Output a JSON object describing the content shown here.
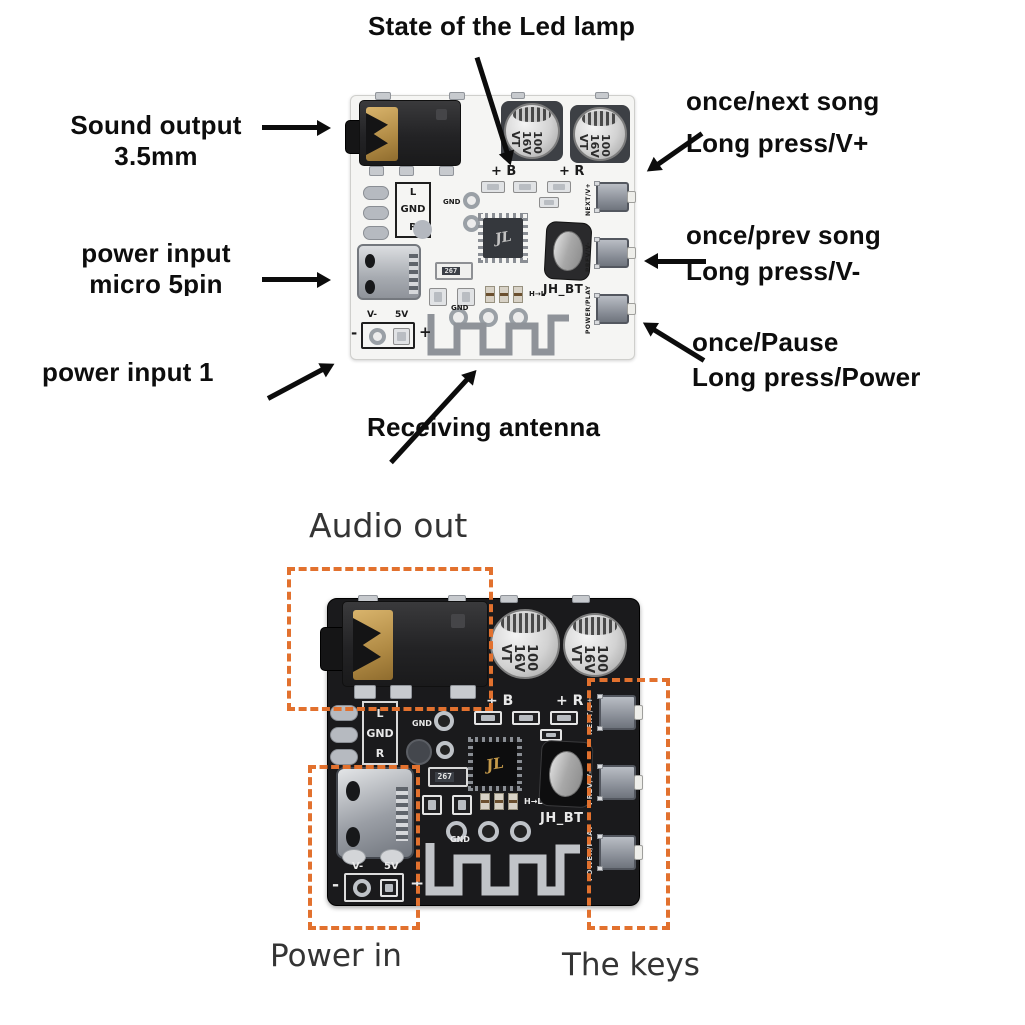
{
  "page": {
    "background_color": "#ffffff",
    "annotation_text_color": "#0d0d0d",
    "photo_label_text_color": "#343434",
    "arrow_color": "#0c0c0c",
    "highlight_color": "#e2712e"
  },
  "top_diagram": {
    "title": "State of the Led lamp",
    "labels": {
      "sound_output_line1": "Sound output",
      "sound_output_line2": "3.5mm",
      "power_micro_line1": "power input",
      "power_micro_line2": "micro 5pin",
      "power_input_1": "power input 1",
      "next_line1": "once/next song",
      "next_line2": "Long press/V+",
      "prev_line1": "once/prev song",
      "prev_line2": "Long press/V-",
      "pause_line1": "once/Pause",
      "pause_line2": "Long press/Power",
      "antenna": "Receiving antenna"
    }
  },
  "bottom_diagram": {
    "labels": {
      "audio_out": "Audio out",
      "power_in": "Power in",
      "the_keys": "The keys"
    }
  },
  "board": {
    "cap": [
      "100",
      "16V",
      "VT"
    ],
    "silk_plus_b": "+ B",
    "silk_plus_r": "+ R",
    "silk_l": "L",
    "silk_gnd": "GND",
    "silk_r": "R",
    "silk_gnd_small": "GND",
    "chip_logo": "JL",
    "silk_jhbt": "JH_BT",
    "silk_vminus": "V-",
    "silk_5v": "5V",
    "silk_minus": "-",
    "silk_plus": "+",
    "silk_hl": "H→L",
    "resistor_267": "267",
    "silk_antenna_gnd": "GND",
    "btn_next": "NEXT/V+",
    "btn_prev": "PREV/V-",
    "btn_power": "POWER/PLAY"
  }
}
